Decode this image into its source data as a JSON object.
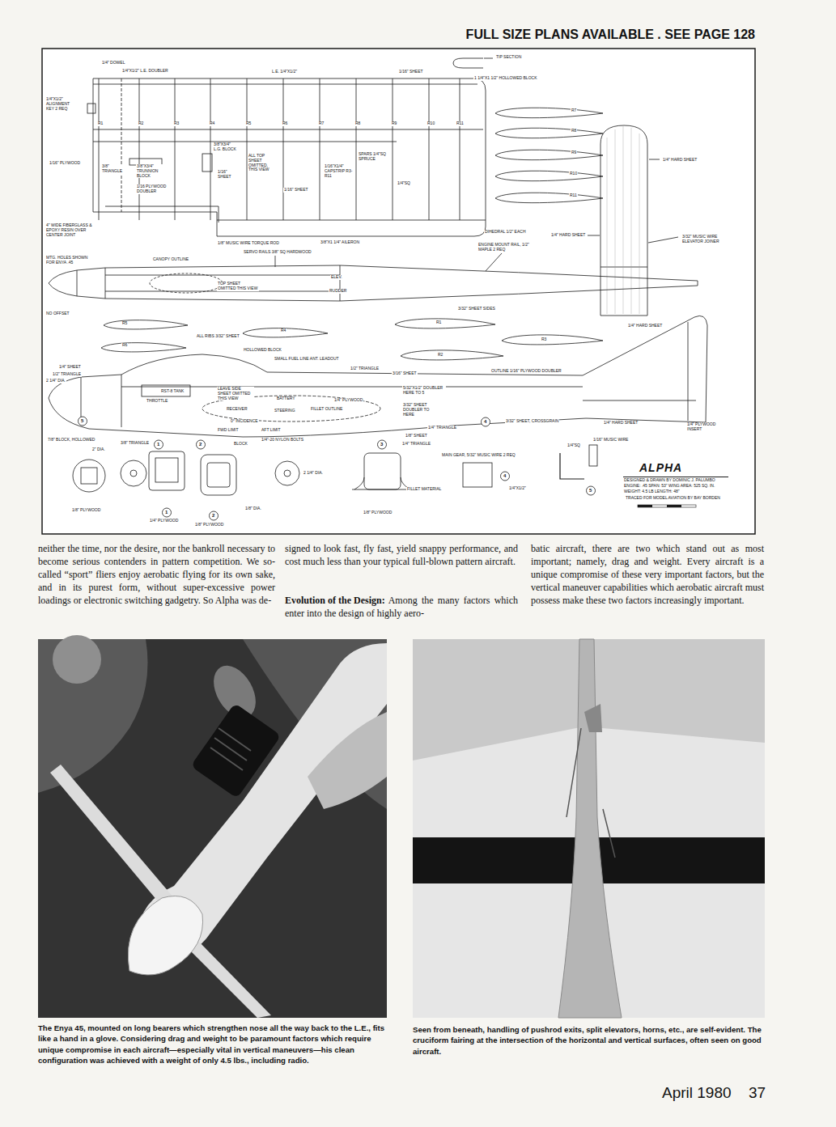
{
  "diagram": {
    "title": "FULL SIZE PLANS AVAILABLE . SEE PAGE 128",
    "labels": [
      "1/4\" DOWEL",
      "1/4\"X1/2\" L.E. DOUBLER",
      "L.E. 1/4\"X1/2\"",
      "1/16\" SHEET",
      "TIP SECTION",
      "1 1/4\"X1 1/2\" HOLLOWED BLOCK",
      "1/4\"X1/2\" ALIGNMENT KEY 2 REQ",
      "R1",
      "R2",
      "R3",
      "R4",
      "R5",
      "R6",
      "R7",
      "R8",
      "R9",
      "R10",
      "R11",
      "1/16\" PLYWOOD",
      "3/8\" TRIANGLE",
      "3/8\"X3/4\" TRUNNION BLOCK",
      "1/16 PLYWOOD DOUBLER",
      "3/8\"X3/4\" L.G. BLOCK",
      "1/16\" SHEET",
      "ALL TOP SHEET OMITTED, THIS VIEW",
      "1/16\" SHEET",
      "1/16\"X1/4\" CAPSTRIP R3-R11",
      "SPARS 1/4\"SQ SPRUCE",
      "1/4\"SQ",
      "4\" WIDE FIBERGLASS & EPOXY RESIN OVER CENTER JOINT",
      "1/8\" MUSIC WIRE TORQUE ROD",
      "3/8\"X1 1/4\" AILERON",
      "DIHEDRAL 1/2\" EACH",
      "ENGINE MOUNT RAIL, 1/2\" MAPLE 2 REQ",
      "SERVO RAILS 3/8\" SQ HARDWOOD",
      "MTG. HOLES SHOWN FOR ENYA .45",
      "CANOPY OUTLINE",
      "TOP SHEET OMITTED THIS VIEW",
      "ELEV.",
      "RUDDER",
      "3/32\" SHEET SIDES",
      "NO OFFSET",
      "1/4\" HARD SHEET",
      "1/4\" HARD SHEET",
      "3/32\" MUSIC WIRE ELEVATOR JOINER",
      "1/4\" HARD SHEET",
      "R5",
      "R6",
      "R4",
      "ALL RIBS 3/32\" SHEET",
      "R1",
      "R3",
      "R2",
      "HOLLOWED BLOCK",
      "SMALL FUEL LINE ANT. LEADOUT",
      "1/2\" TRIANGLE",
      "3/16\" SHEET",
      "OUTLINE 1/16\" PLYWOOD DOUBLER",
      "1/4\" SHEET",
      "1/2\" TRIANGLE",
      "2 1/4\" DIA.",
      "RST-8 TANK",
      "THROTTLE",
      "LEAVE SIDE SHEET OMITTED THIS VIEW",
      "RECEIVER",
      "BATTERY",
      "STEERING",
      "FILLET OUTLINE",
      "1/4\" PLYWOOD",
      "5/32\"X1/2\" DOUBLER HERE TO 5",
      "3/32\" SHEET DOUBLER TO HERE",
      "0° INCIDENCE",
      "FWD LIMIT",
      "AFT LIMIT",
      "1/4\"-20 NYLON BOLTS",
      "1/8\" SHEET",
      "1/4\" TRIANGLE",
      "1/4\" TRIANGLE",
      "3/32\" SHEET, CROSSGRAIN",
      "1/4\" HARD SHEET",
      "1/4\" PLYWOOD INSERT",
      "1/16\" MUSIC WIRE",
      "MAIN GEAR, 5/32\" MUSIC WIRE 2 REQ",
      "7/8\" BLOCK, HOLLOWED",
      "3/8\" TRIANGLE",
      "BLOCK",
      "2\" DIA.",
      "2 1/4\" DIA.",
      "1/8\" PLYWOOD",
      "1/4\" PLYWOOD",
      "1/8\" PLYWOOD",
      "1/8\" DIA.",
      "FILLET MATERIAL",
      "1/8\" PLYWOOD",
      "1/4\"X1/2\"",
      "1/4\"SQ",
      "5",
      "1",
      "2",
      "3",
      "4",
      "1",
      "2",
      "4",
      "5",
      "ALPHA",
      "DESIGNED & DRAWN BY DOMINIC J. PALUMBO",
      "ENGINE: .45 SPAN: 53\" WING AREA: 525 SQ. IN.",
      "WEIGHT: 4.5 LB LENGTH: 48\"",
      "TRACED FOR MODEL AVIATION BY BAY BORDEN",
      "neither the time, nor the desire, nor the bankroll necessary to become serious contenders in pattern competition. We so-called “sport” fliers enjoy aerobatic flying for its own sake, and in its purest form, without super-excessive power loadings or electronic switching gadgetry. So Alpha was de-",
      "signed to look fast, fly fast, yield snappy performance, and cost much less than your typical full-blown pattern aircraft.",
      "Evolution of the Design:",
      "Among the many factors which enter into the design of highly aero-",
      "batic aircraft, there are two which stand out as most important; namely, drag and weight. Every aircraft is a unique compromise of these very important factors, but the vertical maneuver capabilities which aerobatic aircraft must possess make these two factors increasingly important.",
      "The Enya 45, mounted on long bearers which strengthen nose all the way back to the L.E., fits like a hand in a glove. Considering drag and weight to be paramount factors which require unique compromise in each aircraft—especially vital in vertical maneuvers—his clean configuration was achieved with a weight of only 4.5 lbs., including radio.",
      "Seen from beneath, handling of pushrod exits, split elevators, horns, etc., are self-evident. The cruciform fairing at the intersection of the horizontal and vertical surfaces, often seen on good aircraft.",
      "April 1980",
      "37",
      "R7",
      "R8",
      "R9",
      "R10",
      "R11"
    ]
  }
}
